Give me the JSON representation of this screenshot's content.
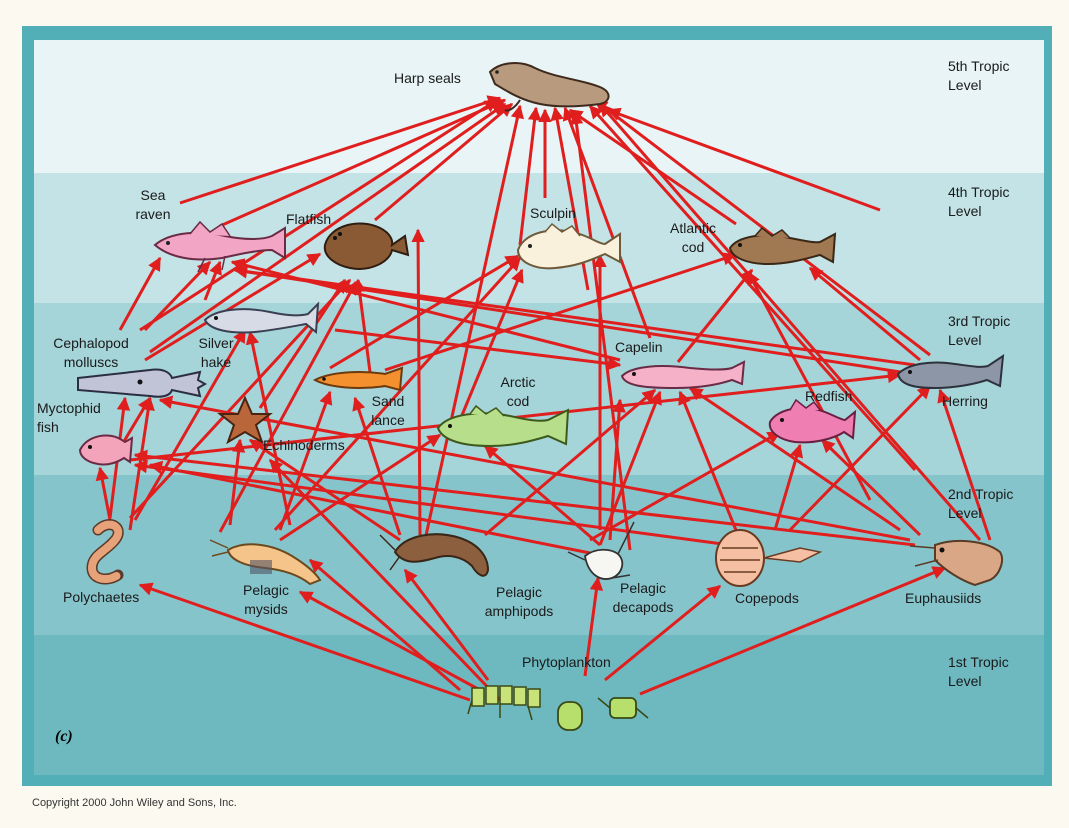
{
  "levels": {
    "l5": [
      "5th Tropic",
      "Level"
    ],
    "l4": [
      "4th Tropic",
      "Level"
    ],
    "l3": [
      "3rd Tropic",
      "Level"
    ],
    "l2": [
      "2nd Tropic",
      "Level"
    ],
    "l1": [
      "1st Tropic",
      "Level"
    ]
  },
  "organisms": {
    "harp_seals": "Harp seals",
    "sea_raven": [
      "Sea",
      "raven"
    ],
    "flatfish": "Flatfish",
    "sculpin": "Sculpin",
    "atlantic_cod": [
      "Atlantic",
      "cod"
    ],
    "cephalopod": [
      "Cephalopod",
      "molluscs"
    ],
    "silver_hake": [
      "Silver",
      "hake"
    ],
    "capelin": "Capelin",
    "herring": "Herring",
    "myctophid": [
      "Myctophid",
      "fish"
    ],
    "sand_lance": [
      "Sand",
      "lance"
    ],
    "arctic_cod": [
      "Arctic",
      "cod"
    ],
    "redfish": "Redfish",
    "echinoderms": "Echinoderms",
    "polychaetes": "Polychaetes",
    "pelagic_mysids": [
      "Pelagic",
      "mysids"
    ],
    "pelagic_amphipods": [
      "Pelagic",
      "amphipods"
    ],
    "pelagic_decapods": [
      "Pelagic",
      "decapods"
    ],
    "copepods": "Copepods",
    "euphausiids": "Euphausiids",
    "phytoplankton": "Phytoplankton"
  },
  "figure_letter": "(c)",
  "copyright": "Copyright 2000 John Wiley and Sons, Inc.",
  "colors": {
    "arrow": "#e01e1e",
    "frame": "#52aeb7"
  }
}
